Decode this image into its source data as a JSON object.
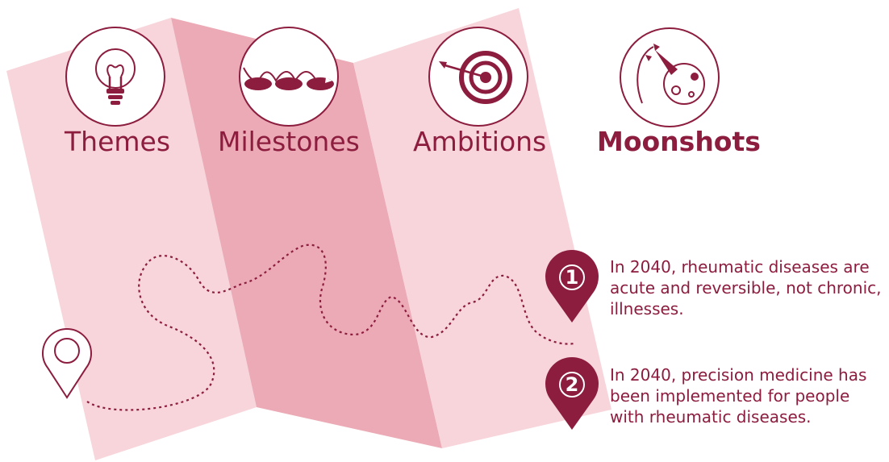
{
  "categories": [
    {
      "label": "Themes",
      "icon": "lightbulb-icon"
    },
    {
      "label": "Milestones",
      "icon": "stepping-stones-icon"
    },
    {
      "label": "Ambitions",
      "icon": "target-icon"
    },
    {
      "label": "Moonshots",
      "icon": "rocket-moon-icon"
    }
  ],
  "goals": [
    {
      "number": "1",
      "text": "In 2040, rheumatic diseases are acute and reversible, not chronic, illnesses."
    },
    {
      "number": "2",
      "text": "In 2040, precision medicine has been implemented for people with rheumatic diseases."
    }
  ],
  "colors": {
    "accent": "#8c1d3f",
    "panel_light": "#f7d5db",
    "panel_dark": "#ebaab5"
  }
}
